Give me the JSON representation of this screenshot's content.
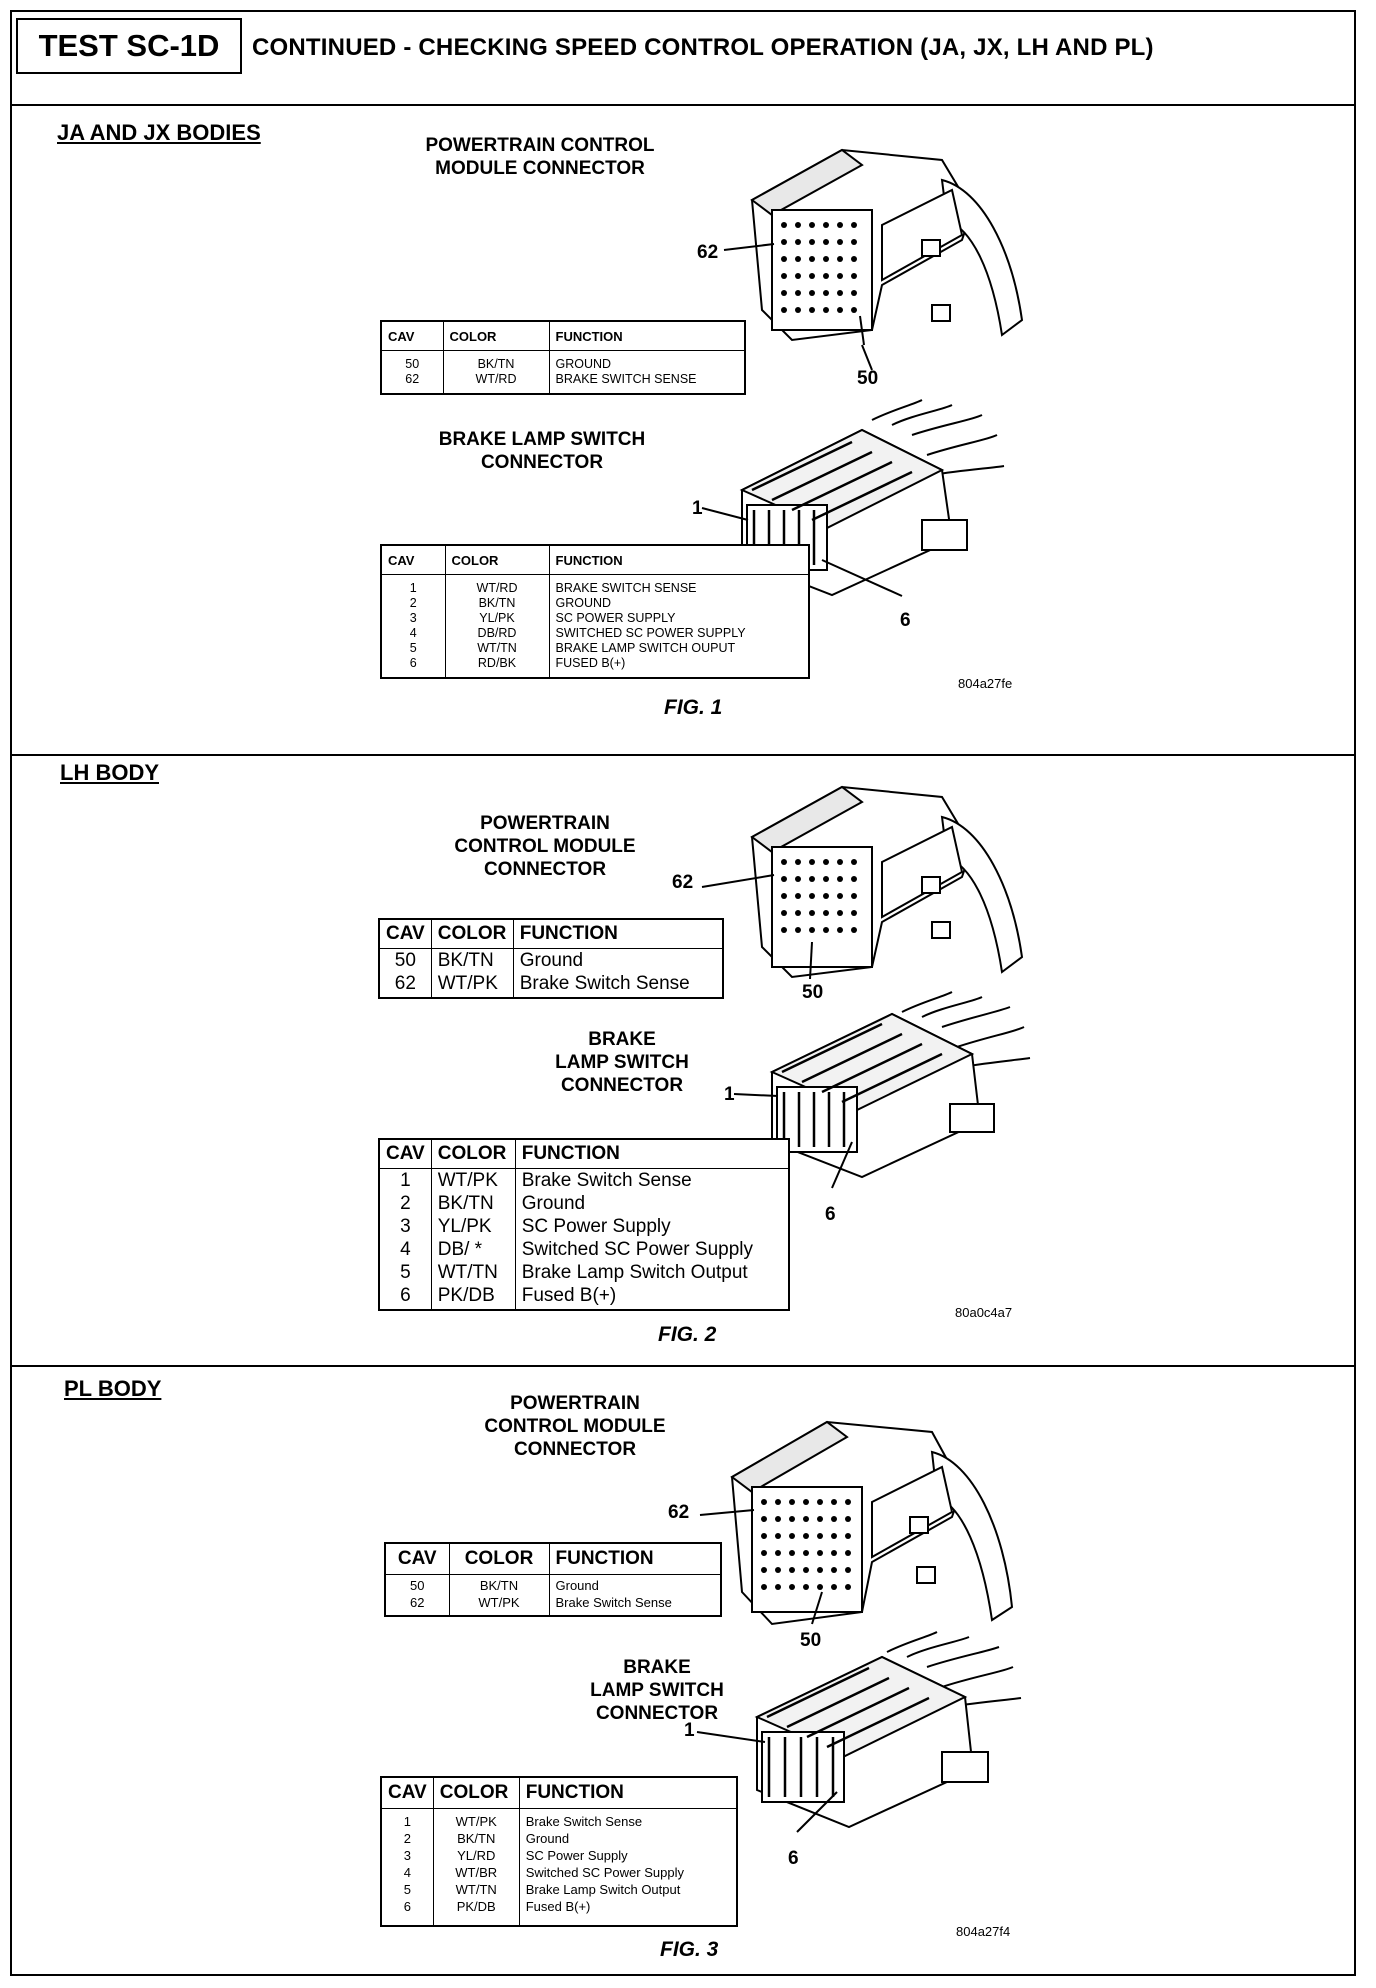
{
  "header": {
    "test_id": "TEST SC-1D",
    "title": "CONTINUED - CHECKING SPEED CONTROL OPERATION (JA, JX, LH AND PL)"
  },
  "sections": [
    {
      "title": "JA AND JX BODIES",
      "pcm_label": "POWERTRAIN CONTROL\nMODULE CONNECTOR",
      "pcm_pins": [
        "62",
        "50"
      ],
      "pcm_table": {
        "headers": [
          "CAV",
          "COLOR",
          "FUNCTION"
        ],
        "rows": [
          [
            "50",
            "BK/TN",
            "GROUND"
          ],
          [
            "62",
            "WT/RD",
            "BRAKE SWITCH SENSE"
          ]
        ]
      },
      "bls_label": "BRAKE LAMP SWITCH\nCONNECTOR",
      "bls_pins": [
        "1",
        "6"
      ],
      "bls_table": {
        "headers": [
          "CAV",
          "COLOR",
          "FUNCTION"
        ],
        "rows": [
          [
            "1",
            "WT/RD",
            "BRAKE SWITCH SENSE"
          ],
          [
            "2",
            "BK/TN",
            "GROUND"
          ],
          [
            "3",
            "YL/PK",
            "SC POWER SUPPLY"
          ],
          [
            "4",
            "DB/RD",
            "SWITCHED SC POWER SUPPLY"
          ],
          [
            "5",
            "WT/TN",
            "BRAKE LAMP SWITCH OUPUT"
          ],
          [
            "6",
            "RD/BK",
            "FUSED B(+)"
          ]
        ]
      },
      "code": "804a27fe",
      "fig": "FIG. 1"
    },
    {
      "title": "LH BODY",
      "pcm_label": "POWERTRAIN\nCONTROL MODULE\nCONNECTOR",
      "pcm_pins": [
        "62",
        "50"
      ],
      "pcm_table": {
        "headers": [
          "CAV",
          "COLOR",
          "FUNCTION"
        ],
        "rows": [
          [
            "50",
            "BK/TN",
            "Ground"
          ],
          [
            "62",
            "WT/PK",
            "Brake Switch Sense"
          ]
        ]
      },
      "bls_label": "BRAKE\nLAMP SWITCH\nCONNECTOR",
      "bls_pins": [
        "1",
        "6"
      ],
      "bls_table": {
        "headers": [
          "CAV",
          "COLOR",
          "FUNCTION"
        ],
        "rows": [
          [
            "1",
            "WT/PK",
            "Brake Switch Sense"
          ],
          [
            "2",
            "BK/TN",
            "Ground"
          ],
          [
            "3",
            "YL/PK",
            "SC Power Supply"
          ],
          [
            "4",
            "DB/ *",
            "Switched SC Power Supply"
          ],
          [
            "5",
            "WT/TN",
            "Brake Lamp Switch Output"
          ],
          [
            "6",
            "PK/DB",
            "Fused B(+)"
          ]
        ]
      },
      "code": "80a0c4a7",
      "fig": "FIG. 2"
    },
    {
      "title": "PL BODY",
      "pcm_label": "POWERTRAIN\nCONTROL MODULE\nCONNECTOR",
      "pcm_pins": [
        "62",
        "50"
      ],
      "pcm_table": {
        "headers": [
          "CAV",
          "COLOR",
          "FUNCTION"
        ],
        "rows": [
          [
            "50",
            "BK/TN",
            "Ground"
          ],
          [
            "62",
            "WT/PK",
            "Brake Switch Sense"
          ]
        ]
      },
      "bls_label": "BRAKE\nLAMP SWITCH\nCONNECTOR",
      "bls_pins": [
        "1",
        "6"
      ],
      "bls_table": {
        "headers": [
          "CAV",
          "COLOR",
          "FUNCTION"
        ],
        "rows": [
          [
            "1",
            "WT/PK",
            "Brake Switch Sense"
          ],
          [
            "2",
            "BK/TN",
            "Ground"
          ],
          [
            "3",
            "YL/RD",
            "SC Power Supply"
          ],
          [
            "4",
            "WT/BR",
            "Switched SC Power Supply"
          ],
          [
            "5",
            "WT/TN",
            "Brake Lamp Switch Output"
          ],
          [
            "6",
            "PK/DB",
            "Fused B(+)"
          ]
        ]
      },
      "code": "804a27f4",
      "fig": "FIG. 3"
    }
  ]
}
